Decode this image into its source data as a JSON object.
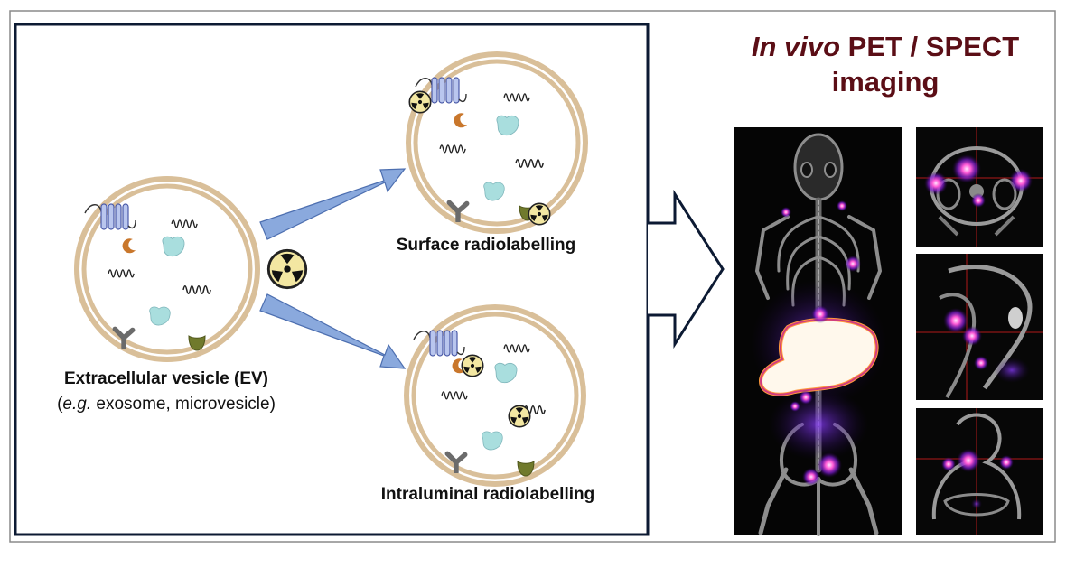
{
  "ev": {
    "title": "Extracellular vesicle (EV)",
    "subtitle_prefix": "e.g.",
    "subtitle_rest": " exosome, microvesicle"
  },
  "surface": {
    "label": "Surface radiolabelling"
  },
  "intraluminal": {
    "label": "Intraluminal radiolabelling"
  },
  "imaging": {
    "title_italic": "In vivo",
    "title_rest": " PET / SPECT",
    "title_line2": "imaging"
  },
  "colors": {
    "title": "#5b0e16",
    "membrane": "#d9bf99",
    "arrow": "#8aa9dd",
    "protein": "#a9dede",
    "radio_badge": "#f3e7a2",
    "panel_border": "#0c1a33"
  },
  "icons": [
    "radioactive-icon",
    "receptor-icon",
    "rna-icon",
    "protein-icon",
    "tetraspanin-icon"
  ]
}
